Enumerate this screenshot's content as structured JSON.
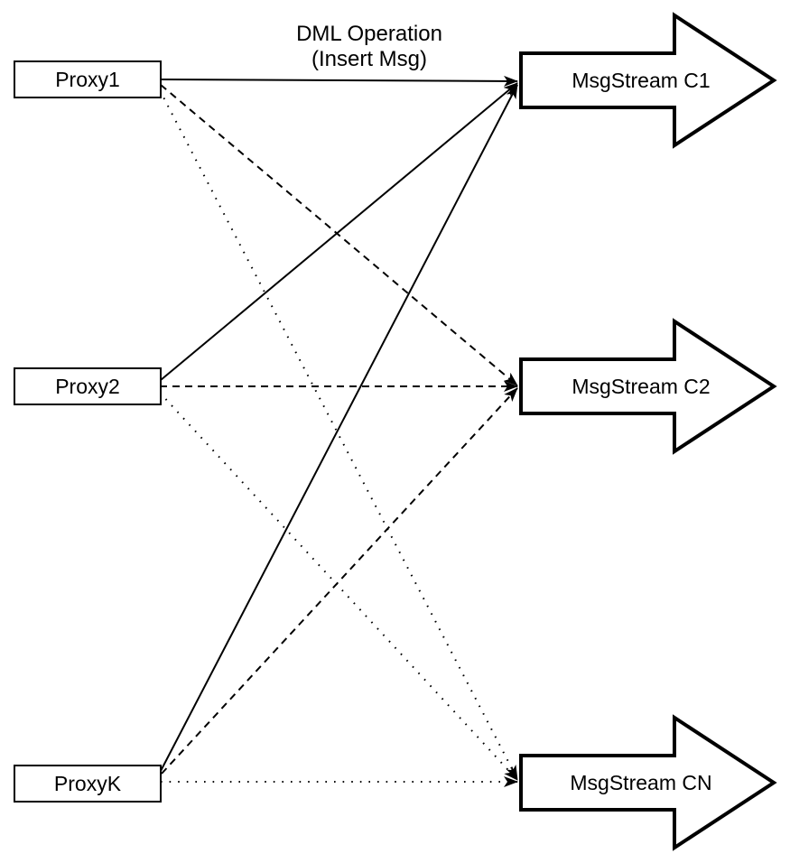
{
  "title": {
    "line1": "DML Operation",
    "line2": "(Insert Msg)"
  },
  "colors": {
    "stroke": "#000000",
    "fill": "#ffffff",
    "background": "#ffffff"
  },
  "proxies": [
    {
      "id": "proxy1",
      "label": "Proxy1"
    },
    {
      "id": "proxy2",
      "label": "Proxy2"
    },
    {
      "id": "proxyK",
      "label": "ProxyK"
    }
  ],
  "streams": [
    {
      "id": "msgstream-c1",
      "label": "MsgStream C1"
    },
    {
      "id": "msgstream-c2",
      "label": "MsgStream C2"
    },
    {
      "id": "msgstream-cn",
      "label": "MsgStream CN"
    }
  ],
  "edges": [
    {
      "from": "Proxy1",
      "to": "MsgStream C1",
      "style": "solid"
    },
    {
      "from": "Proxy1",
      "to": "MsgStream C2",
      "style": "dashed"
    },
    {
      "from": "Proxy1",
      "to": "MsgStream CN",
      "style": "dotted"
    },
    {
      "from": "Proxy2",
      "to": "MsgStream C1",
      "style": "solid"
    },
    {
      "from": "Proxy2",
      "to": "MsgStream C2",
      "style": "dashed"
    },
    {
      "from": "Proxy2",
      "to": "MsgStream CN",
      "style": "dotted"
    },
    {
      "from": "ProxyK",
      "to": "MsgStream C1",
      "style": "solid"
    },
    {
      "from": "ProxyK",
      "to": "MsgStream C2",
      "style": "dashed"
    },
    {
      "from": "ProxyK",
      "to": "MsgStream CN",
      "style": "dotted"
    }
  ]
}
